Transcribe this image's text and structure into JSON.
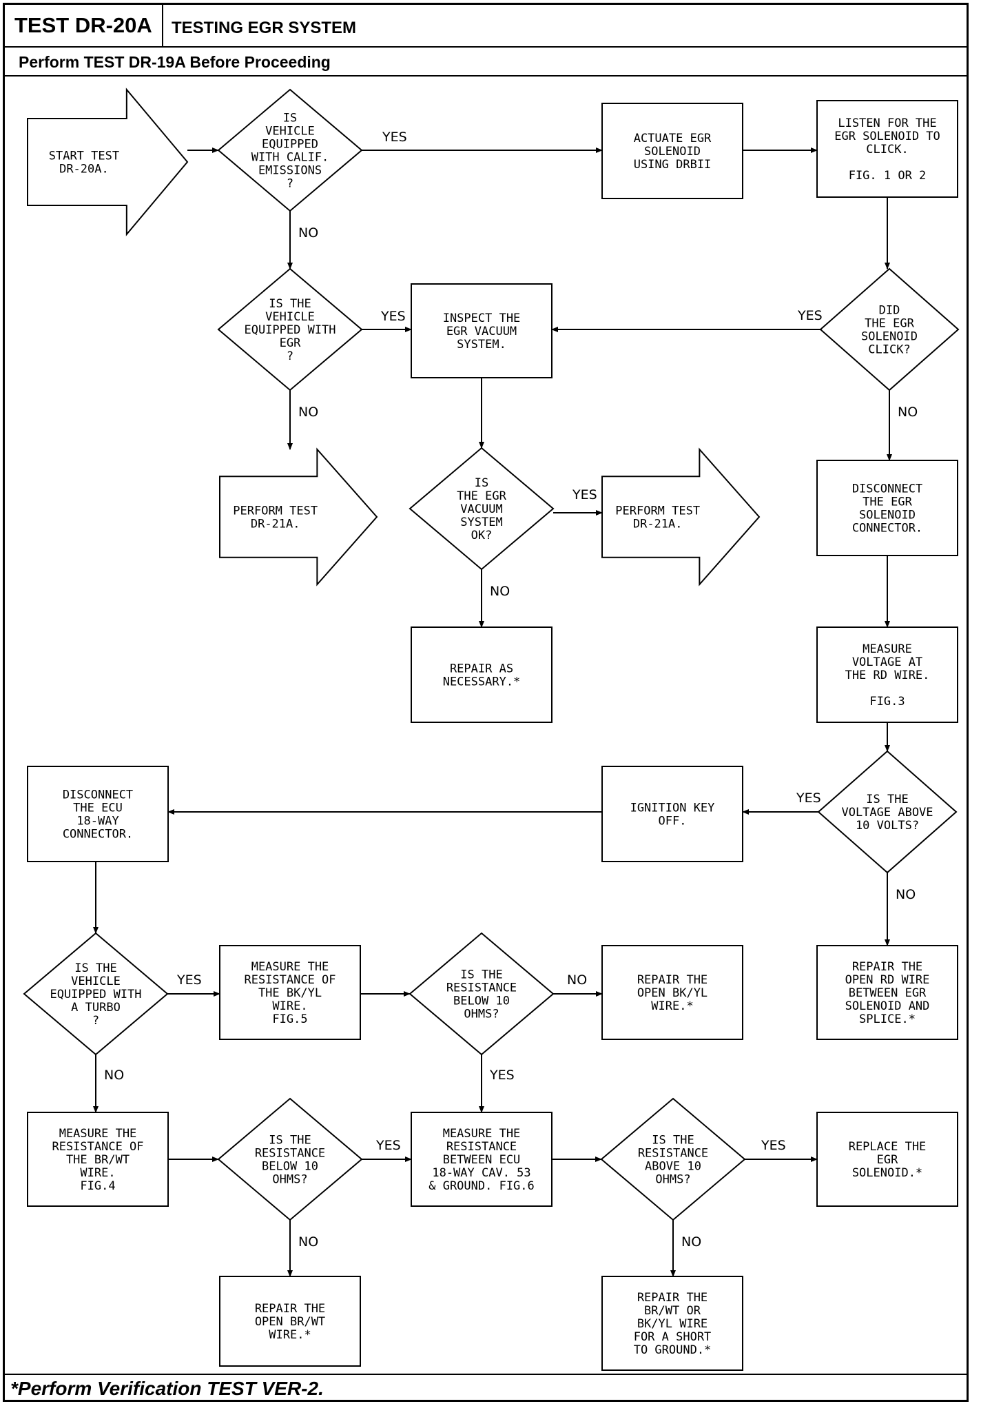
{
  "header": {
    "test_id": "TEST DR-20A",
    "title": "TESTING EGR SYSTEM",
    "prerequisite": "Perform TEST DR-19A Before Proceeding"
  },
  "footer": {
    "note": "*Perform Verification TEST VER-2."
  },
  "nodes": {
    "start": [
      "START TEST",
      "DR-20A."
    ],
    "calif": [
      "IS",
      "VEHICLE",
      "EQUIPPED",
      "WITH CALIF.",
      "EMISSIONS",
      "?"
    ],
    "actuate": [
      "ACTUATE EGR",
      "SOLENOID",
      "USING DRBII"
    ],
    "listen": [
      "LISTEN FOR THE",
      "EGR SOLENOID TO",
      "CLICK.",
      "",
      "FIG. 1 OR 2"
    ],
    "egr_equipped": [
      "IS THE",
      "VEHICLE",
      "EQUIPPED WITH",
      "EGR",
      "?"
    ],
    "inspect": [
      "INSPECT THE",
      "EGR VACUUM",
      "SYSTEM."
    ],
    "click": [
      "DID",
      "THE EGR",
      "SOLENOID",
      "CLICK?"
    ],
    "perform_left": [
      "PERFORM TEST",
      "DR-21A."
    ],
    "vacuum_ok": [
      "IS",
      "THE EGR",
      "VACUUM",
      "SYSTEM",
      "OK?"
    ],
    "perform_right": [
      "PERFORM TEST",
      "DR-21A."
    ],
    "disconnect_sol": [
      "DISCONNECT",
      "THE EGR",
      "SOLENOID",
      "CONNECTOR."
    ],
    "repair_nec": [
      "REPAIR AS",
      "NECESSARY.*"
    ],
    "measure_rd": [
      "MEASURE",
      "VOLTAGE AT",
      "THE RD WIRE.",
      "",
      "FIG.3"
    ],
    "disconnect_ecu": [
      "DISCONNECT",
      "THE ECU",
      "18-WAY",
      "CONNECTOR."
    ],
    "ign_off": [
      "IGNITION KEY",
      "OFF."
    ],
    "volt_q": [
      "IS THE",
      "VOLTAGE ABOVE",
      "10 VOLTS?"
    ],
    "turbo_q": [
      "IS THE",
      "VEHICLE",
      "EQUIPPED WITH",
      "A TURBO",
      "?"
    ],
    "measure_bkyl": [
      "MEASURE THE",
      "RESISTANCE OF",
      "THE BK/YL",
      "WIRE.",
      "FIG.5"
    ],
    "res_bkyl_q": [
      "IS THE",
      "RESISTANCE",
      "BELOW 10",
      "OHMS?"
    ],
    "repair_bkyl": [
      "REPAIR THE",
      "OPEN BK/YL",
      "WIRE.*"
    ],
    "repair_rd": [
      "REPAIR THE",
      "OPEN RD WIRE",
      "BETWEEN EGR",
      "SOLENOID AND",
      "SPLICE.*"
    ],
    "measure_brwt": [
      "MEASURE THE",
      "RESISTANCE OF",
      "THE BR/WT",
      "WIRE.",
      "FIG.4"
    ],
    "res_brwt_q": [
      "IS THE",
      "RESISTANCE",
      "BELOW 10",
      "OHMS?"
    ],
    "measure_cav53": [
      "MEASURE THE",
      "RESISTANCE",
      "BETWEEN ECU",
      "18-WAY CAV. 53",
      "& GROUND. FIG.6"
    ],
    "res_above_q": [
      "IS THE",
      "RESISTANCE",
      "ABOVE 10",
      "OHMS?"
    ],
    "replace_sol": [
      "REPLACE THE",
      "EGR",
      "SOLENOID.*"
    ],
    "repair_brwt": [
      "REPAIR THE",
      "OPEN BR/WT",
      "WIRE.*"
    ],
    "repair_short": [
      "REPAIR THE",
      "BR/WT OR",
      "BK/YL WIRE",
      "FOR A SHORT",
      "TO GROUND.*"
    ]
  },
  "edge_labels": {
    "calif_yes": "YES",
    "calif_no": "NO",
    "egr_yes": "YES",
    "egr_no": "NO",
    "click_yes": "YES",
    "click_no": "NO",
    "vacuum_yes": "YES",
    "vacuum_no": "NO",
    "volt_yes": "YES",
    "volt_no": "NO",
    "turbo_yes": "YES",
    "turbo_no": "NO",
    "res_bkyl_no": "NO",
    "res_bkyl_yes": "YES",
    "res_brwt_yes": "YES",
    "res_brwt_no": "NO",
    "res_above_yes": "YES",
    "res_above_no": "NO"
  }
}
